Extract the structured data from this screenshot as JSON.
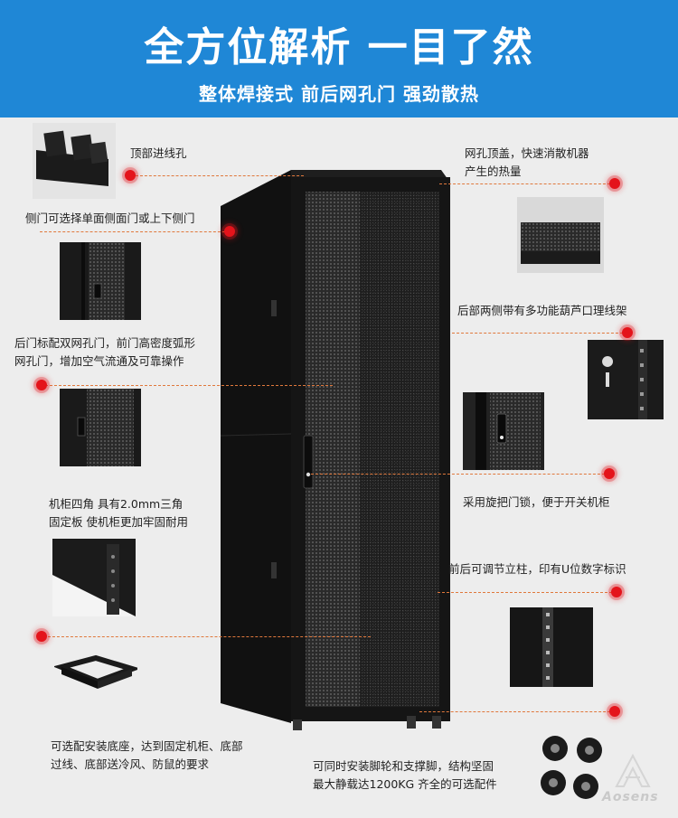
{
  "header": {
    "title": "全方位解析  一目了然",
    "subtitle": "整体焊接式  前后网孔门  强劲散热"
  },
  "callouts": {
    "top_cable_hole": "顶部进线孔",
    "side_door": "侧门可选择单面侧面门或上下侧门",
    "rear_door_line1": "后门标配双网孔门，前门高密度弧形",
    "rear_door_line2": "网孔门，增加空气流通及可靠操作",
    "corner_line1": "机柜四角 具有2.0mm三角",
    "corner_line2": "固定板 使机柜更加牢固耐用",
    "base_line1": "可选配安装底座，达到固定机柜、底部",
    "base_line2": "过线、底部送冷风、防鼠的要求",
    "top_cover_line1": "网孔顶盖，快速消散机器",
    "top_cover_line2": "产生的热量",
    "cable_rack": "后部两侧带有多功能葫芦口理线架",
    "handle_lock": "采用旋把门锁，便于开关机柜",
    "rail": "前后可调节立柱，印有U位数字标识",
    "casters_line1": "可同时安装脚轮和支撑脚，结构坚固",
    "casters_line2": "最大静载达1200KG 齐全的可选配件"
  },
  "brand": {
    "name": "Aosens"
  },
  "colors": {
    "banner": "#1f87d6",
    "marker": "#e4141b",
    "leader_line": "#e0783c",
    "cabinet": "#151515"
  }
}
